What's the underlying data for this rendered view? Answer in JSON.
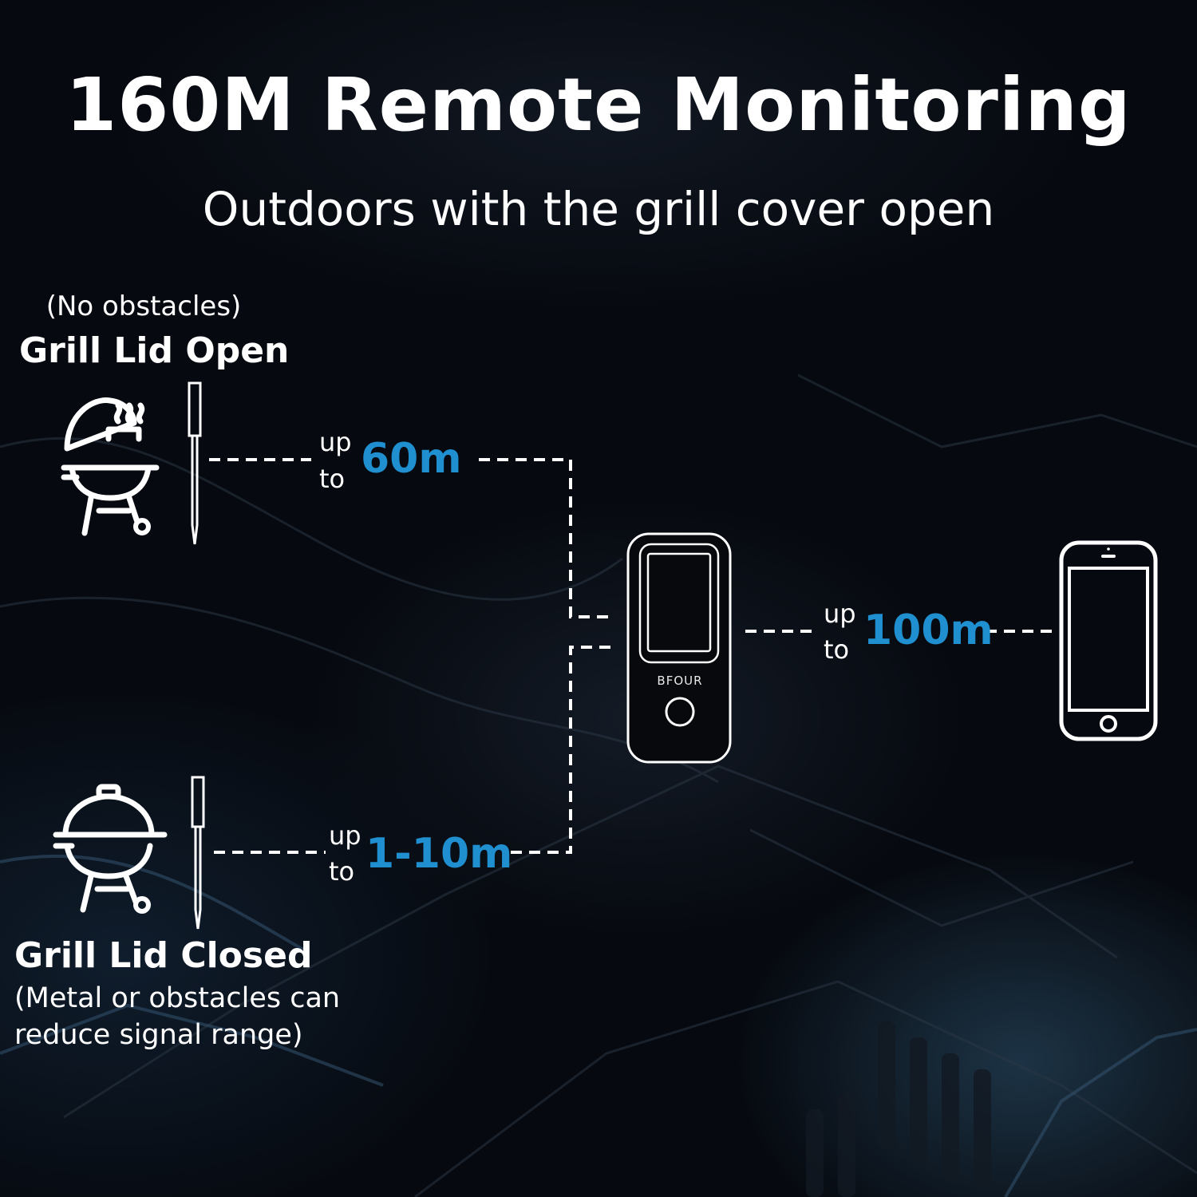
{
  "title": "160M Remote Monitoring",
  "subtitle": "Outdoors with the grill cover open",
  "open": {
    "note": "(No obstacles)",
    "label": "Grill Lid Open",
    "up": "up",
    "to": "to",
    "distance": "60m"
  },
  "closed": {
    "label": "Grill Lid Closed",
    "note": "(Metal or obstacles can reduce signal range)",
    "up": "up",
    "to": "to",
    "distance": "1-10m"
  },
  "receiver": {
    "brand": "BFOUR"
  },
  "phone_link": {
    "up": "up",
    "to": "to",
    "distance": "100m"
  },
  "colors": {
    "accent": "#1f8fd0",
    "text": "#ffffff"
  },
  "icons": [
    "grill-open-icon",
    "grill-closed-icon",
    "probe-icon",
    "receiver-icon",
    "smartphone-icon"
  ]
}
